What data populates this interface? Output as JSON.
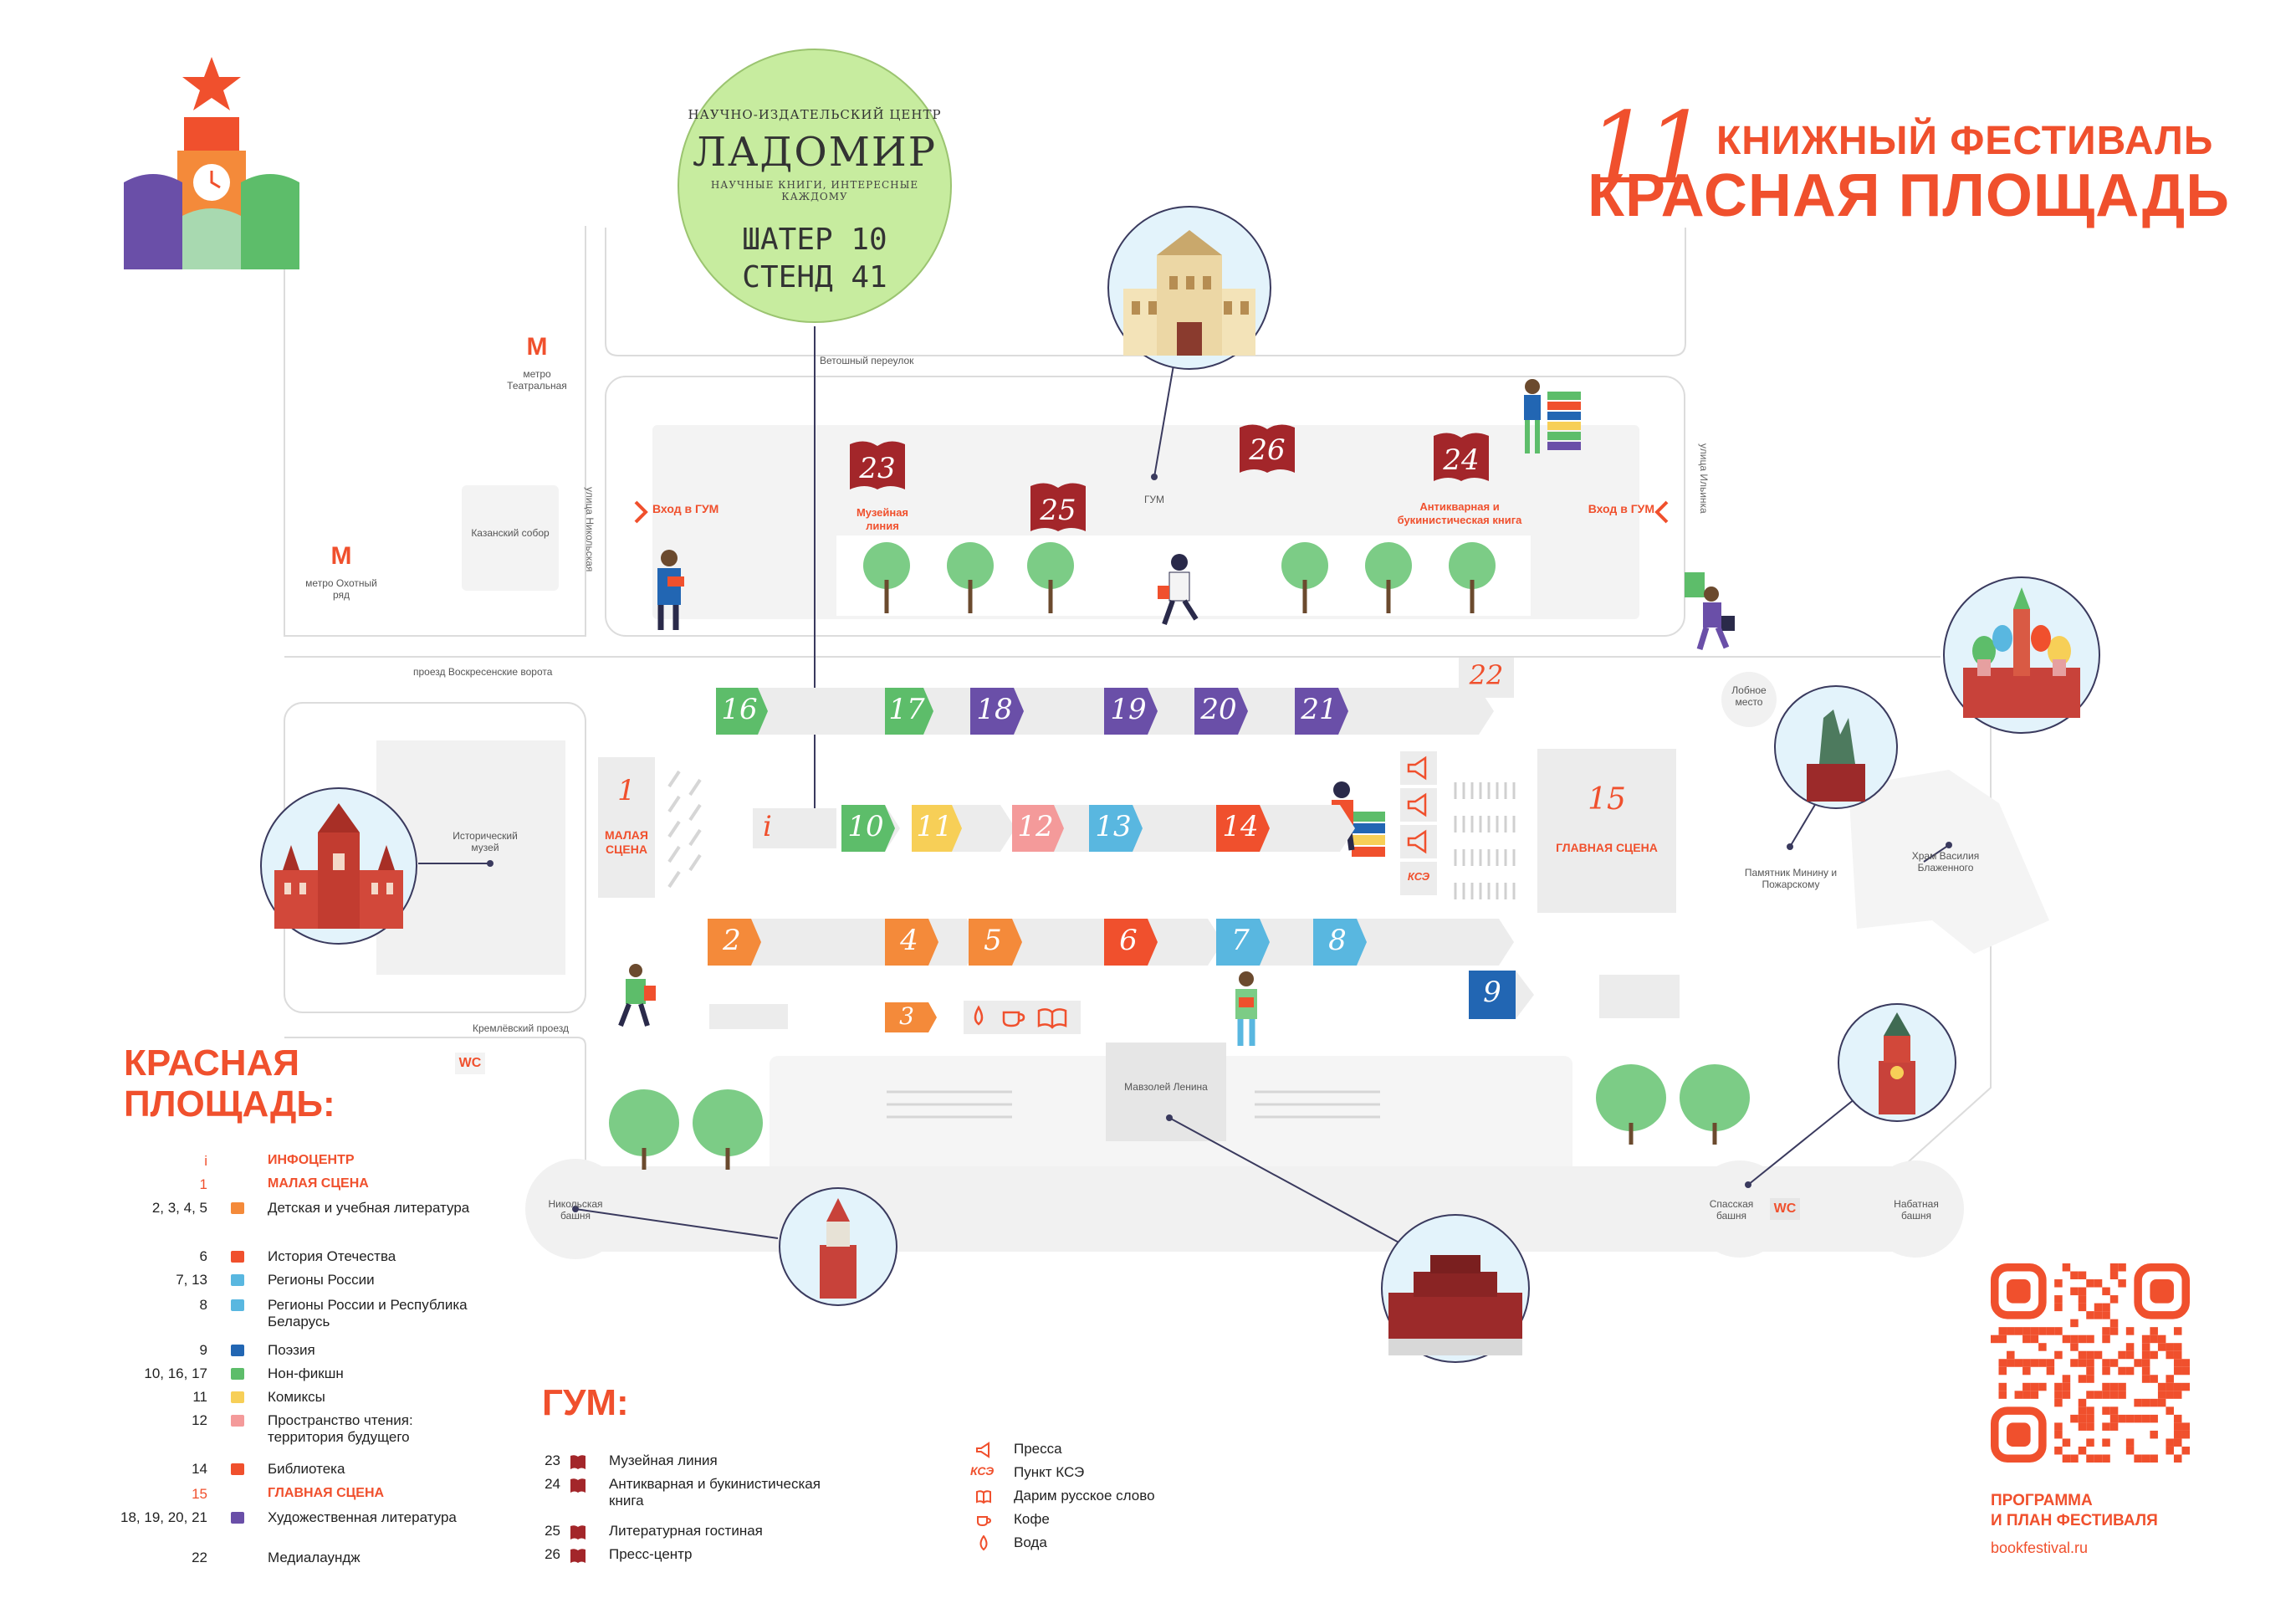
{
  "header": {
    "number": "11",
    "line1": "КНИЖНЫЙ ФЕСТИВАЛЬ",
    "line2": "КРАСНАЯ ПЛОЩАДЬ"
  },
  "sign": {
    "subtitle": "НАУЧНО-ИЗДАТЕЛЬСКИЙ ЦЕНТР",
    "name": "ЛАДОМИР",
    "tagline": "НАУЧНЫЕ КНИГИ, ИНТЕРЕСНЫЕ КАЖДОМУ",
    "tent": "ШАТЕР 10",
    "stand": "СТЕНД 41"
  },
  "places": {
    "vetoshny": "Ветошный переулок",
    "metro_teatr": "метро Театральная",
    "metro_okhot": "метро Охотный ряд",
    "metro_symbol": "М",
    "kazan": "Казанский собор",
    "nikolskaya": "улица Никольская",
    "ilyinka": "улица Ильинка",
    "entry_left": "Вход в ГУМ",
    "entry_right": "Вход в ГУМ",
    "gum": "ГУМ",
    "museum_line": "Музейная линия",
    "antique": "Антикварная и букинистическая книга",
    "voskr": "проезд Воскресенские ворота",
    "hist_museum": "Исторический музей",
    "small_stage_num": "1",
    "small_stage": "МАЛАЯ СЦЕНА",
    "info": "i",
    "main_stage_num": "15",
    "main_stage": "ГЛАВНАЯ СЦЕНА",
    "lobnoe": "Лобное место",
    "minin": "Памятник Минину и Пожарскому",
    "vasily": "Храм Василия Блаженного",
    "kreml_proezd": "Кремлёвский проезд",
    "wc1": "WC",
    "wc2": "WC",
    "mausoleum": "Мавзолей Ленина",
    "nikolskaya_tower": "Никольская башня",
    "spasskaya": "Спасская башня",
    "nabatnaya": "Набатная башня",
    "kse_badge": "КСЭ"
  },
  "tents": {
    "t23": "23",
    "t24": "24",
    "t25": "25",
    "t26": "26",
    "t22": "22",
    "row1": [
      "16",
      "17",
      "18",
      "19",
      "20",
      "21"
    ],
    "row2": [
      "10",
      "11",
      "12",
      "13",
      "14"
    ],
    "row3": [
      "2",
      "4",
      "5",
      "6",
      "7",
      "8"
    ],
    "t3": "3",
    "t9": "9"
  },
  "legend": {
    "title": "КРАСНАЯ ПЛОЩАДЬ:",
    "items": [
      {
        "num": "i",
        "text": "ИНФОЦЕНТР",
        "hl": true,
        "color": ""
      },
      {
        "num": "1",
        "text": "МАЛАЯ СЦЕНА",
        "hl": true,
        "color": ""
      },
      {
        "num": "2, 3, 4, 5",
        "text": "Детская и учебная литература",
        "color": "#f48a3a"
      },
      {
        "num": "6",
        "text": "История Отечества",
        "color": "#f0502d"
      },
      {
        "num": "7, 13",
        "text": "Регионы России",
        "color": "#59b7e0"
      },
      {
        "num": "8",
        "text": "Регионы России и Республика Беларусь",
        "color": "#59b7e0"
      },
      {
        "num": "9",
        "text": "Поэзия",
        "color": "#2266b3"
      },
      {
        "num": "10, 16, 17",
        "text": "Нон-фикшн",
        "color": "#5dbd6a"
      },
      {
        "num": "11",
        "text": "Комиксы",
        "color": "#f7cf57"
      },
      {
        "num": "12",
        "text": "Пространство чтения: территория будущего",
        "color": "#f49a9a"
      },
      {
        "num": "14",
        "text": "Библиотека",
        "color": "#f0502d"
      },
      {
        "num": "15",
        "text": "ГЛАВНАЯ СЦЕНА",
        "hl": true,
        "color": ""
      },
      {
        "num": "18, 19, 20, 21",
        "text": "Художественная литература",
        "color": "#6a4fa8"
      },
      {
        "num": "22",
        "text": "Медиалаундж",
        "color": ""
      }
    ]
  },
  "gum_legend": {
    "title": "ГУМ:",
    "items": [
      {
        "num": "23",
        "text": "Музейная линия"
      },
      {
        "num": "24",
        "text": "Антикварная и букинистическая книга"
      },
      {
        "num": "25",
        "text": "Литературная гостиная"
      },
      {
        "num": "26",
        "text": "Пресс-центр"
      }
    ]
  },
  "services": {
    "items": [
      {
        "icon": "megaphone-icon",
        "text": "Пресса"
      },
      {
        "icon": "kse-icon",
        "text": "Пункт КСЭ"
      },
      {
        "icon": "book-icon",
        "text": "Дарим русское слово"
      },
      {
        "icon": "coffee-icon",
        "text": "Кофе"
      },
      {
        "icon": "water-drop-icon",
        "text": "Вода"
      }
    ],
    "kse_short": "КСЭ"
  },
  "qr": {
    "caption1": "ПРОГРАММА",
    "caption2": "И ПЛАН ФЕСТИВАЛЯ",
    "url": "bookfestival.ru"
  },
  "colors": {
    "accent": "#f0502d",
    "green": "#5dbd6a",
    "purple": "#6a4fa8",
    "orange": "#f48a3a",
    "yellow": "#f7cf57",
    "pink": "#f49a9a",
    "blue": "#59b7e0",
    "navy": "#2266b3",
    "dark_red": "#a3262a"
  }
}
